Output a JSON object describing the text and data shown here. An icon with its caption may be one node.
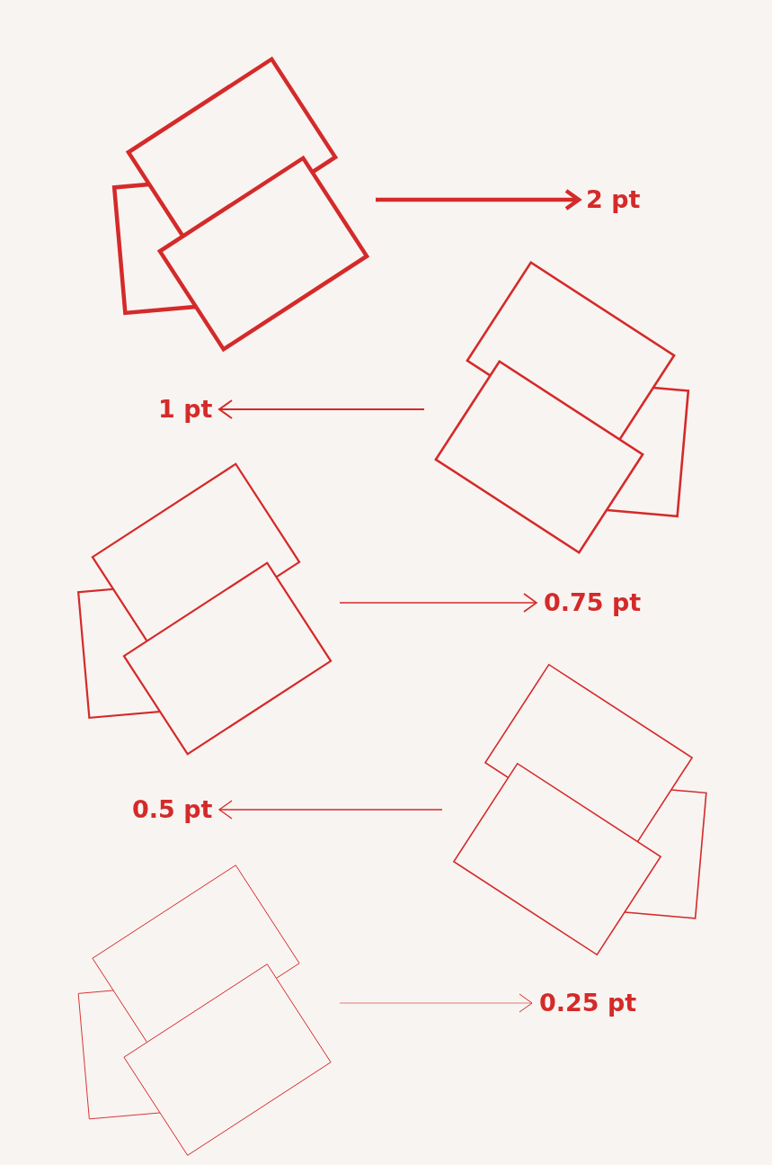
{
  "diagram": {
    "nodes": [
      {
        "text": [],
        "shape": "box"
      },
      {
        "text": [
          "2 pt"
        ]
      },
      {
        "text": [],
        "shape": "box"
      },
      {
        "text": [
          "1 pt"
        ]
      },
      {
        "text": [],
        "shape": "box"
      },
      {
        "text": [
          "0.75 pt"
        ]
      },
      {
        "text": [],
        "shape": "box"
      },
      {
        "text": [
          "0.5 pt"
        ]
      },
      {
        "text": [],
        "shape": "box"
      },
      {
        "text": [
          "0.25 pt"
        ]
      }
    ],
    "edges": [
      {
        "from": 0,
        "to": 1,
        "arrow": "to",
        "style": "thick"
      },
      {
        "from": 2,
        "to": 3,
        "arrow": "to"
      },
      {
        "from": 4,
        "to": 5,
        "arrow": "to"
      },
      {
        "from": 6,
        "to": 7,
        "arrow": "to"
      },
      {
        "from": 8,
        "to": 9,
        "arrow": "to"
      }
    ]
  }
}
